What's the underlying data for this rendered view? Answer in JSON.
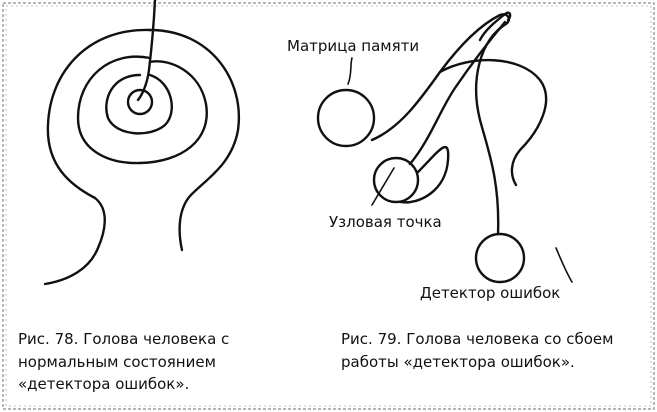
{
  "labels": {
    "memory_matrix": "Матрица памяти",
    "node_point": "Узловая точка",
    "error_detector": "Детектор ошибок"
  },
  "captions": {
    "fig78": {
      "line1": "Рис. 78. Голова человека с",
      "line2": "нормальным состоянием",
      "line3": "«детектора ошибок»."
    },
    "fig79": {
      "line1": "Рис. 79. Голова человека со сбоем",
      "line2": "работы «детектора ошибок»."
    }
  },
  "colors": {
    "ink": "#111111",
    "border": "#8a8a8a"
  }
}
